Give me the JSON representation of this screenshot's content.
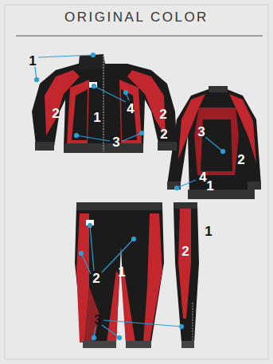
{
  "diagram": {
    "title": "ORIGINAL COLOR",
    "labels": [
      "1",
      "2",
      "1",
      "4",
      "3",
      "2",
      "2",
      "3",
      "2",
      "4",
      "1",
      "2",
      "1",
      "1",
      "2",
      "3"
    ]
  }
}
